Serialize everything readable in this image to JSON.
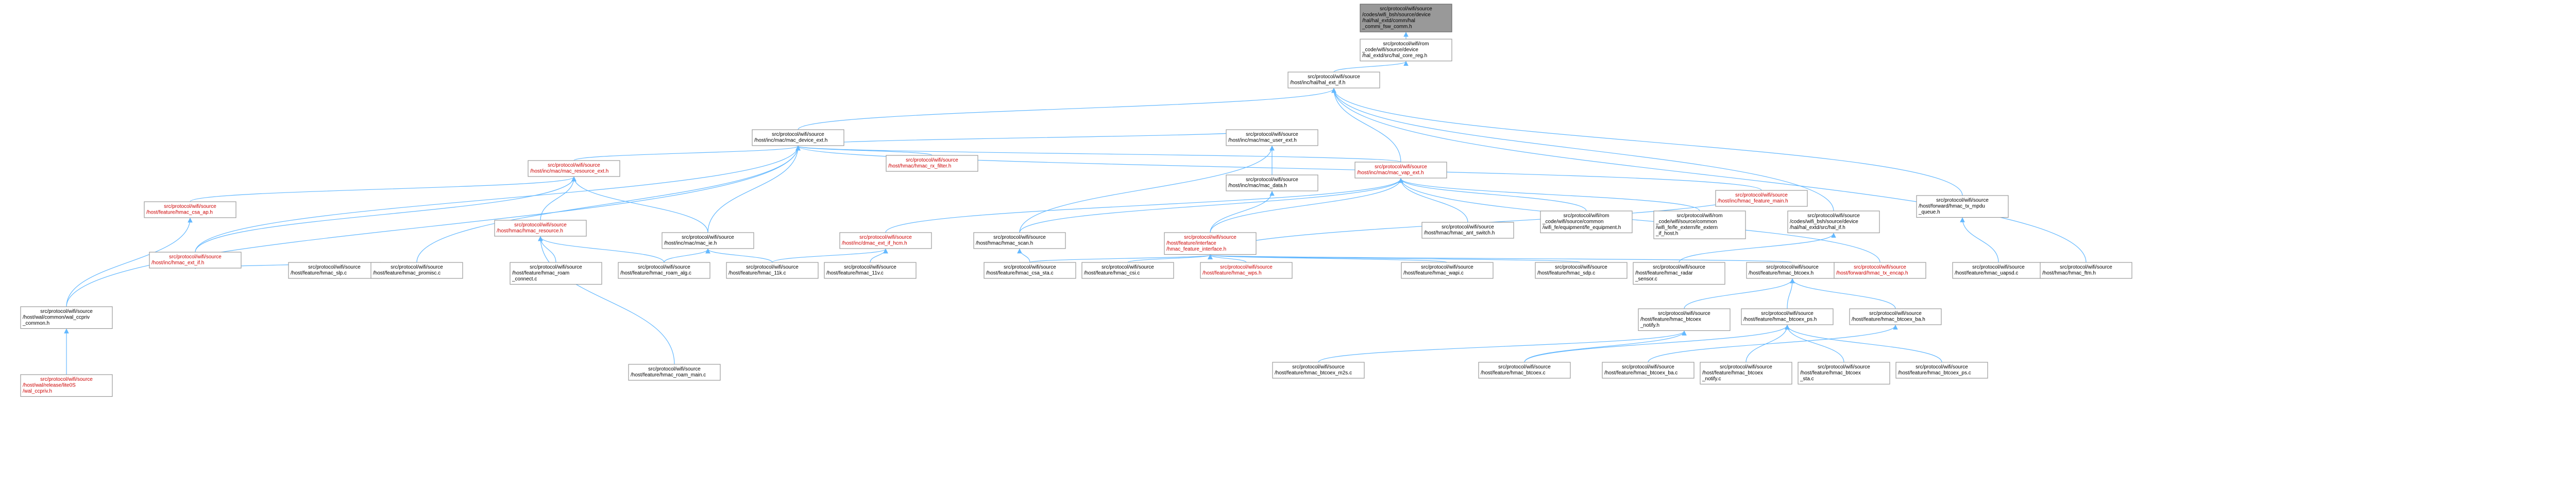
{
  "diagram": {
    "title": "",
    "colors": {
      "edge": "#63b8ff",
      "node_border": "#999999",
      "node_fill": "#ffffff",
      "root_fill": "#999999",
      "link_text_red": "#cc0000"
    },
    "nodes": [
      {
        "id": "root",
        "lines": [
          "src/protocol/wifi/source",
          "/codes/wifi_bsh/source/device",
          "/hal/hal_extd/comm/hal",
          "_commi_fsw_comm.h"
        ],
        "root": true
      },
      {
        "id": "coreregh",
        "lines": [
          "src/protocol/wifi/rom",
          "_code/wifi/source/device",
          "/hal_extd/src/hal_core_reg.h"
        ]
      },
      {
        "id": "halext",
        "lines": [
          "src/protocol/wifi/source",
          "/host/inc/hal/hal_ext_if.h"
        ]
      },
      {
        "id": "devext",
        "lines": [
          "src/protocol/wifi/source",
          "/host/inc/mac/mac_device_ext.h"
        ]
      },
      {
        "id": "userext",
        "lines": [
          "src/protocol/wifi/source",
          "/host/inc/mac/mac_user_ext.h"
        ]
      },
      {
        "id": "rxfilter",
        "lines": [
          "src/protocol/wifi/source",
          "/host/hmac/hmac_rx_filter.h"
        ],
        "red": true
      },
      {
        "id": "resext",
        "lines": [
          "src/protocol/wifi/source",
          "/host/inc/mac/mac_resource_ext.h"
        ],
        "red": true
      },
      {
        "id": "macdata",
        "lines": [
          "src/protocol/wifi/source",
          "/host/inc/mac/mac_data.h"
        ]
      },
      {
        "id": "vapext",
        "lines": [
          "src/protocol/wifi/source",
          "/host/inc/mac/mac_vap_ext.h"
        ],
        "red": true
      },
      {
        "id": "featmain",
        "lines": [
          "src/protocol/wifi/source",
          "/host/inc/hmac_feature_main.h"
        ],
        "red": true
      },
      {
        "id": "forwardq",
        "lines": [
          "src/protocol/wifi/source",
          "/host/forward/hmac_tx_mpdu",
          "_queue.h"
        ]
      },
      {
        "id": "csaap",
        "lines": [
          "src/protocol/wifi/source",
          "/host/feature/hmac_csa_ap.h"
        ],
        "red": true
      },
      {
        "id": "hmacres",
        "lines": [
          "src/protocol/wifi/source",
          "/host/hmac/hmac_resource.h"
        ],
        "red": true
      },
      {
        "id": "macie",
        "lines": [
          "src/protocol/wifi/source",
          "/host/inc/mac/mac_ie.h"
        ]
      },
      {
        "id": "dmacext",
        "lines": [
          "src/protocol/wifi/source",
          "/host/inc/dmac_ext_if_hcm.h"
        ],
        "red": true
      },
      {
        "id": "hmacscan",
        "lines": [
          "src/protocol/wifi/source",
          "/host/hmac/hmac_scan.h"
        ]
      },
      {
        "id": "featif",
        "lines": [
          "src/protocol/wifi/source",
          "/host/feature/interface",
          "/hmac_feature_interface.h"
        ],
        "red": true
      },
      {
        "id": "antswitch",
        "lines": [
          "src/protocol/wifi/source",
          "/host/hmac/hmac_ant_switch.h"
        ]
      },
      {
        "id": "feequip",
        "lines": [
          "src/protocol/wifi/rom",
          "_code/wifi/source/common",
          "/wifi_fe/equipment/fe_equipment.h"
        ]
      },
      {
        "id": "feextern",
        "lines": [
          "src/protocol/wifi/rom",
          "_code/wifi/source/common",
          "/wifi_fe/fe_extern/fe_extern",
          "_if_host.h"
        ]
      },
      {
        "id": "halextif",
        "lines": [
          "src/protocol/wifi/source",
          "/codes/wifi_bsh/source/device",
          "/hal/hal_extd/src/hal_if.h"
        ]
      },
      {
        "id": "extif",
        "lines": [
          "src/protocol/wifi/source",
          "/host/inc/hmac_ext_if.h"
        ],
        "red": true
      },
      {
        "id": "slp",
        "lines": [
          "src/protocol/wifi/source",
          "/host/feature/hmac_slp.c"
        ]
      },
      {
        "id": "promisc",
        "lines": [
          "src/protocol/wifi/source",
          "/host/feature/hmac_promisc.c"
        ]
      },
      {
        "id": "roamconn",
        "lines": [
          "src/protocol/wifi/source",
          "/host/feature/hmac_roam",
          "_connect.c"
        ]
      },
      {
        "id": "roamalg",
        "lines": [
          "src/protocol/wifi/source",
          "/host/feature/hmac_roam_alg.c"
        ]
      },
      {
        "id": "h11k",
        "lines": [
          "src/protocol/wifi/source",
          "/host/feature/hmac_11k.c"
        ]
      },
      {
        "id": "h11v",
        "lines": [
          "src/protocol/wifi/source",
          "/host/feature/hmac_11v.c"
        ]
      },
      {
        "id": "csasta",
        "lines": [
          "src/protocol/wifi/source",
          "/host/feature/hmac_csa_sta.c"
        ]
      },
      {
        "id": "csi",
        "lines": [
          "src/protocol/wifi/source",
          "/host/feature/hmac_csi.c"
        ]
      },
      {
        "id": "wps",
        "lines": [
          "src/protocol/wifi/source",
          "/host/feature/hmac_wps.h"
        ],
        "red": true
      },
      {
        "id": "wapi",
        "lines": [
          "src/protocol/wifi/source",
          "/host/feature/hmac_wapi.c"
        ]
      },
      {
        "id": "sdp",
        "lines": [
          "src/protocol/wifi/source",
          "/host/feature/hmac_sdp.c"
        ]
      },
      {
        "id": "radar",
        "lines": [
          "src/protocol/wifi/source",
          "/host/feature/hmac_radar",
          "_sensor.c"
        ]
      },
      {
        "id": "btcoex",
        "lines": [
          "src/protocol/wifi/source",
          "/host/feature/hmac_btcoex.h"
        ]
      },
      {
        "id": "encap",
        "lines": [
          "src/protocol/wifi/source",
          "/host/forward/hmac_tx_encap.h"
        ],
        "red": true
      },
      {
        "id": "uapsd",
        "lines": [
          "src/protocol/wifi/source",
          "/host/feature/hmac_uapsd.c"
        ]
      },
      {
        "id": "ftm",
        "lines": [
          "src/protocol/wifi/source",
          "/host/hmac/hmac_ftm.h"
        ]
      },
      {
        "id": "ccpriv",
        "lines": [
          "src/protocol/wifi/source",
          "/host/wal/common/wal_ccpriv",
          "_common.h"
        ]
      },
      {
        "id": "walccpriv",
        "lines": [
          "src/protocol/wifi/source",
          "/host/wal/release/lite0S",
          "/wal_ccpriv.h"
        ],
        "red": true
      },
      {
        "id": "roammain",
        "lines": [
          "src/protocol/wifi/source",
          "/host/feature/hmac_roam_main.c"
        ]
      },
      {
        "id": "btnotify",
        "lines": [
          "src/protocol/wifi/source",
          "/host/feature/hmac_btcoex",
          "_notify.h"
        ]
      },
      {
        "id": "btps",
        "lines": [
          "src/protocol/wifi/source",
          "/host/feature/hmac_btcoex_ps.h"
        ]
      },
      {
        "id": "btba",
        "lines": [
          "src/protocol/wifi/source",
          "/host/feature/hmac_btcoex_ba.h"
        ]
      },
      {
        "id": "btm2s",
        "lines": [
          "src/protocol/wifi/source",
          "/host/feature/hmac_btcoex_m2s.c"
        ]
      },
      {
        "id": "btc",
        "lines": [
          "src/protocol/wifi/source",
          "/host/feature/hmac_btcoex.c"
        ]
      },
      {
        "id": "btbac",
        "lines": [
          "src/protocol/wifi/source",
          "/host/feature/hmac_btcoex_ba.c"
        ]
      },
      {
        "id": "btnotifyc",
        "lines": [
          "src/protocol/wifi/source",
          "/host/feature/hmac_btcoex",
          "_notify.c"
        ]
      },
      {
        "id": "btsta",
        "lines": [
          "src/protocol/wifi/source",
          "/host/feature/hmac_btcoex",
          "_sta.c"
        ]
      },
      {
        "id": "btpsc",
        "lines": [
          "src/protocol/wifi/source",
          "/host/feature/hmac_btcoex_ps.c"
        ]
      }
    ],
    "edges": [
      [
        "coreregh",
        "root"
      ],
      [
        "halext",
        "coreregh"
      ],
      [
        "devext",
        "halext"
      ],
      [
        "userext",
        "devext"
      ],
      [
        "rxfilter",
        "devext"
      ],
      [
        "resext",
        "devext"
      ],
      [
        "macdata",
        "userext"
      ],
      [
        "vapext",
        "halext"
      ],
      [
        "vapext",
        "devext"
      ],
      [
        "featmain",
        "devext"
      ],
      [
        "forwardq",
        "halext"
      ],
      [
        "csaap",
        "resext"
      ],
      [
        "hmacres",
        "resext"
      ],
      [
        "macie",
        "resext"
      ],
      [
        "dmacext",
        "vapext"
      ],
      [
        "hmacscan",
        "vapext"
      ],
      [
        "featif",
        "vapext"
      ],
      [
        "antswitch",
        "vapext"
      ],
      [
        "feequip",
        "vapext"
      ],
      [
        "feextern",
        "vapext"
      ],
      [
        "halextif",
        "halext"
      ],
      [
        "extif",
        "resext"
      ],
      [
        "slp",
        "extif"
      ],
      [
        "promisc",
        "devext"
      ],
      [
        "roamconn",
        "hmacres"
      ],
      [
        "roamalg",
        "hmacres"
      ],
      [
        "h11k",
        "dmacext"
      ],
      [
        "h11v",
        "dmacext"
      ],
      [
        "csasta",
        "hmacscan"
      ],
      [
        "csi",
        "featif"
      ],
      [
        "wps",
        "featif"
      ],
      [
        "wapi",
        "featif"
      ],
      [
        "sdp",
        "featif"
      ],
      [
        "radar",
        "halextif"
      ],
      [
        "btcoex",
        "featif"
      ],
      [
        "encap",
        "vapext"
      ],
      [
        "uapsd",
        "forwardq"
      ],
      [
        "ftm",
        "halext"
      ],
      [
        "ccpriv",
        "csaap"
      ],
      [
        "walccpriv",
        "ccpriv"
      ],
      [
        "roammain",
        "hmacres"
      ],
      [
        "btnotify",
        "btcoex"
      ],
      [
        "btps",
        "btcoex"
      ],
      [
        "btba",
        "btcoex"
      ],
      [
        "btm2s",
        "btnotify"
      ],
      [
        "btc",
        "btnotify"
      ],
      [
        "btbac",
        "btba"
      ],
      [
        "btnotifyc",
        "btps"
      ],
      [
        "btsta",
        "btps"
      ],
      [
        "btpsc",
        "btps"
      ],
      [
        "macie",
        "devext"
      ],
      [
        "hmacscan",
        "userext"
      ],
      [
        "featif",
        "macdata"
      ],
      [
        "extif",
        "devext"
      ],
      [
        "ccpriv",
        "devext"
      ],
      [
        "roamalg",
        "macie"
      ],
      [
        "h11k",
        "macie"
      ],
      [
        "csasta",
        "featif"
      ],
      [
        "btc",
        "btps"
      ],
      [
        "featmain",
        "featif"
      ]
    ]
  }
}
